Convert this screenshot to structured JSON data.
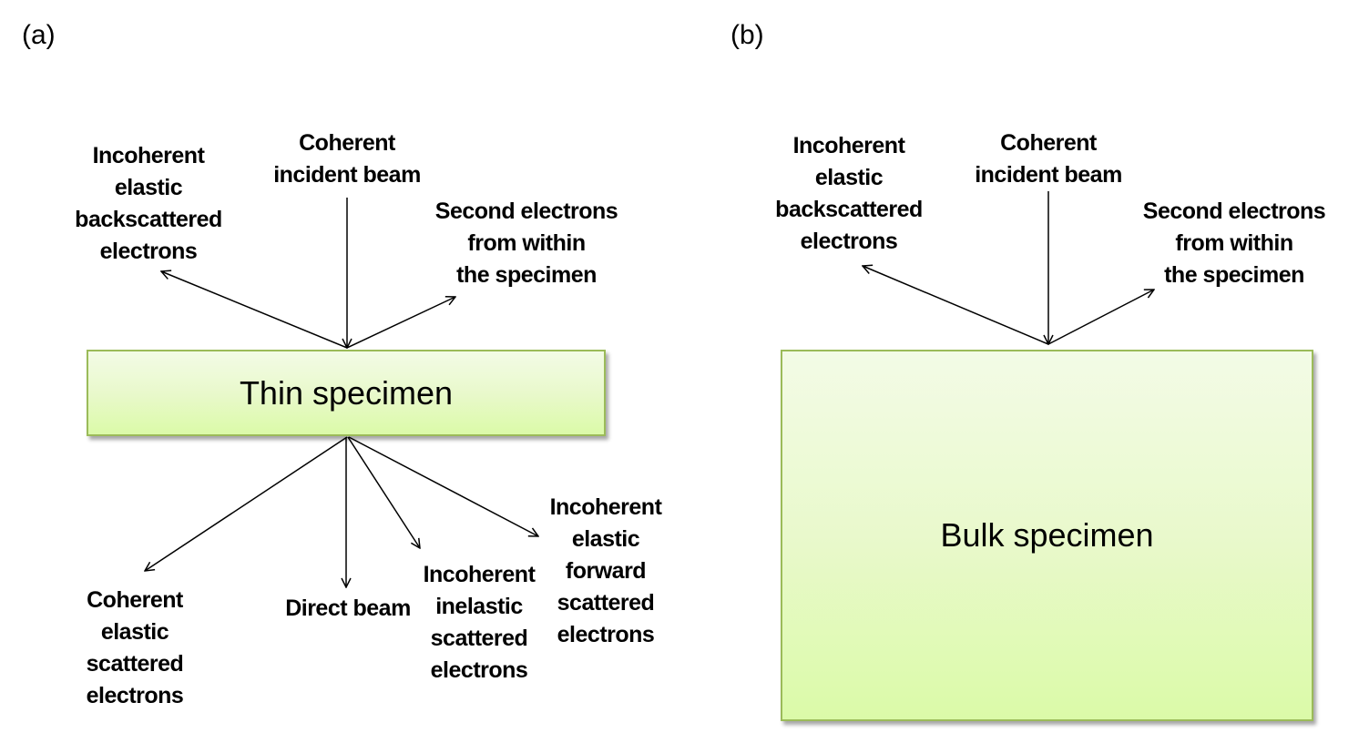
{
  "panels": {
    "a": {
      "letter": "(a)",
      "specimen_label": "Thin specimen",
      "top_labels": {
        "incident": [
          "Coherent",
          "incident beam"
        ],
        "backscattered": [
          "Incoherent",
          "elastic",
          "backscattered",
          "electrons"
        ],
        "secondary": [
          "Second electrons",
          "from within",
          "the specimen"
        ]
      },
      "bottom_labels": {
        "coherent_elastic": [
          "Coherent",
          "elastic",
          "scattered",
          "electrons"
        ],
        "direct": [
          "Direct beam"
        ],
        "inelastic": [
          "Incoherent",
          "inelastic",
          "scattered",
          "electrons"
        ],
        "forward": [
          "Incoherent",
          "elastic",
          "forward",
          "scattered",
          "electrons"
        ]
      }
    },
    "b": {
      "letter": "(b)",
      "specimen_label": "Bulk specimen",
      "top_labels": {
        "incident": [
          "Coherent",
          "incident beam"
        ],
        "backscattered": [
          "Incoherent",
          "elastic",
          "backscattered",
          "electrons"
        ],
        "secondary": [
          "Second electrons",
          "from within",
          "the specimen"
        ]
      }
    }
  },
  "colors": {
    "box_border": "#9bbb59",
    "box_fill_top": "#f3fbe6",
    "box_fill_bottom": "#dbfaa8",
    "arrow": "#000000"
  }
}
